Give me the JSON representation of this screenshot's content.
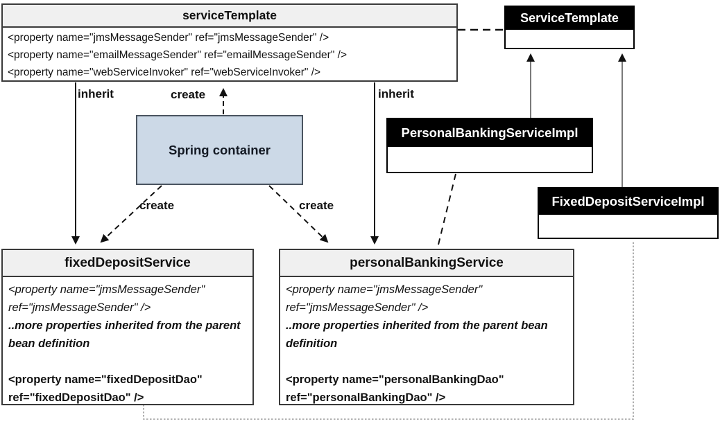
{
  "diagram": {
    "beans": {
      "service_template": {
        "title": "serviceTemplate",
        "lines": [
          "<property name=\"jmsMessageSender\" ref=\"jmsMessageSender\" />",
          "<property name=\"emailMessageSender\" ref=\"emailMessageSender\" />",
          "<property name=\"webServiceInvoker\" ref=\"webServiceInvoker\" />"
        ]
      },
      "fixed_deposit_service": {
        "title": "fixedDepositService",
        "inherited_property": "<property name=\"jmsMessageSender\" ref=\"jmsMessageSender\" />",
        "inherited_note": "..more properties inherited from the parent bean definition",
        "own_property": "<property name=\"fixedDepositDao\" ref=\"fixedDepositDao\" />"
      },
      "personal_banking_service": {
        "title": "personalBankingService",
        "inherited_property": "<property name=\"jmsMessageSender\" ref=\"jmsMessageSender\" />",
        "inherited_note": "..more properties inherited from the parent bean definition",
        "own_property": "<property name=\"personalBankingDao\" ref=\"personalBankingDao\" />"
      }
    },
    "classes": {
      "service_template": {
        "title": "ServiceTemplate"
      },
      "personal_banking_service_impl": {
        "title": "PersonalBankingServiceImpl"
      },
      "fixed_deposit_service_impl": {
        "title": "FixedDepositServiceImpl"
      }
    },
    "container": {
      "label": "Spring container"
    },
    "edge_labels": {
      "inherit_left": "inherit",
      "create_top": "create",
      "inherit_right": "inherit",
      "create_bottom_left": "create",
      "create_bottom_right": "create"
    },
    "colors": {
      "container_fill": "#ccd9e7",
      "container_border": "#4a5460",
      "bean_header_fill": "#f0f0f0",
      "class_header_fill": "#000000",
      "box_border": "#3a3a3a",
      "dotted_link": "#9a9a9a"
    }
  }
}
